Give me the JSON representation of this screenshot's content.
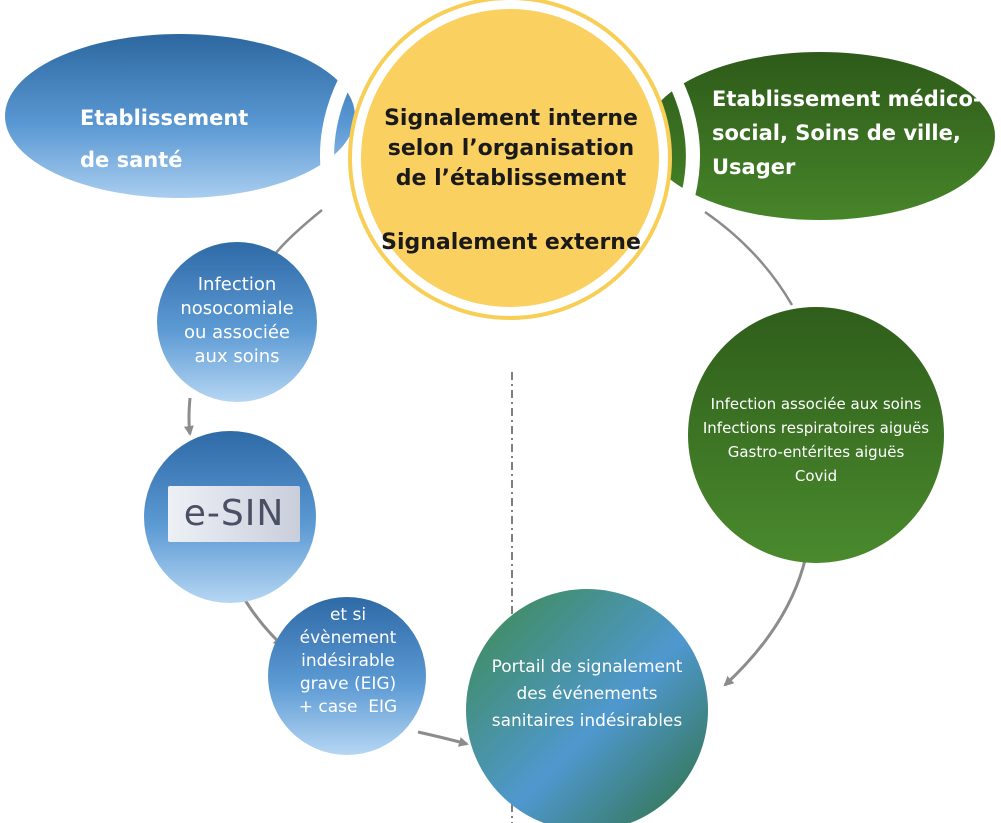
{
  "left_header": {
    "line1": "Etablissement",
    "line2": "de santé"
  },
  "center": {
    "line1": "Signalement interne",
    "line2": "selon l’organisation",
    "line3": "de l’établissement",
    "line4": "Signalement externe"
  },
  "right_header": {
    "line1": "Etablissement médico-",
    "line2": "social, Soins de ville,",
    "line3": "Usager"
  },
  "infection_circle": {
    "line1": "Infection",
    "line2": "nosocomiale",
    "line3": "ou associée",
    "line4": "aux soins"
  },
  "esin_logo": {
    "text": "e-SIN"
  },
  "eig_circle": {
    "line1": "et si",
    "line2": "évènement",
    "line3": "indésirable",
    "line4": "grave (EIG)",
    "line5": "+ case  EIG"
  },
  "green_circle": {
    "line1": "Infection associée aux soins",
    "line2": "Infections respiratoires aiguës",
    "line3": "Gastro-entérites aiguës",
    "line4": "Covid"
  },
  "portal_circle": {
    "line1": "Portail de signalement",
    "line2": "des événements",
    "line3": "sanitaires indésirables"
  },
  "colors": {
    "blue_dark": "#2f6aa8",
    "blue_light": "#a9cdef",
    "yellow": "#fad060",
    "green_dark": "#2e5d1a",
    "green_mid": "#4a8a2c",
    "arrow_gray": "#8c8c8c"
  }
}
